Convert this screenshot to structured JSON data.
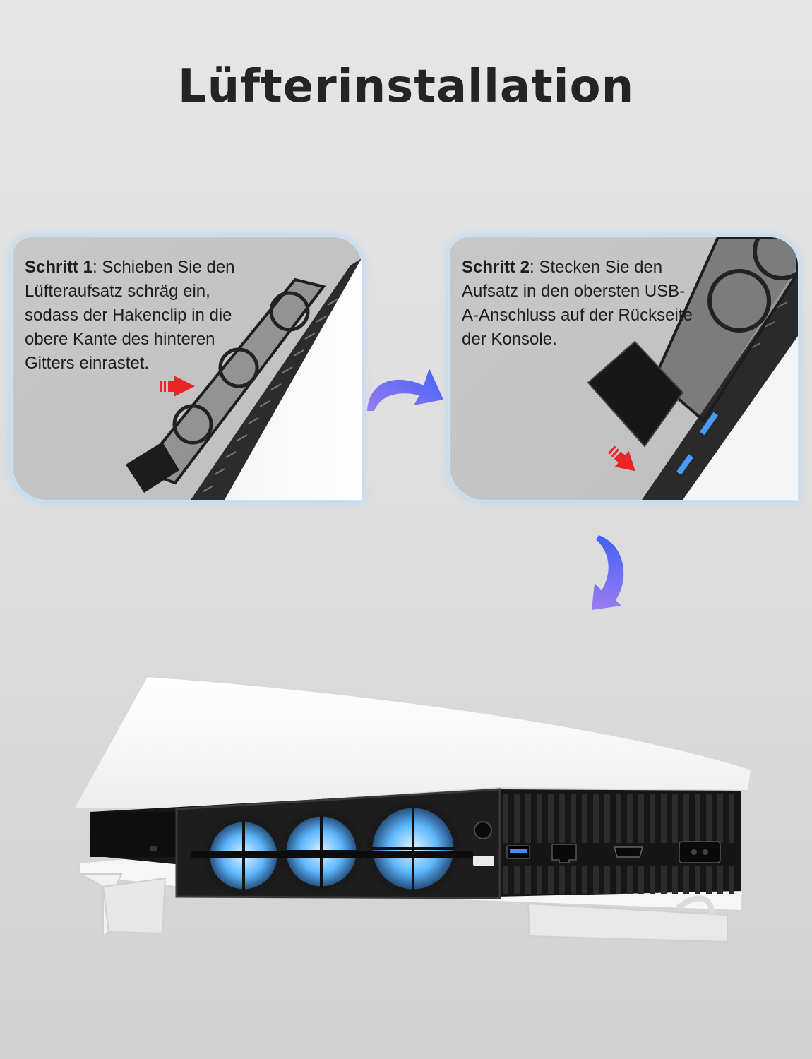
{
  "title": "Lüfterinstallation",
  "steps": [
    {
      "label": "Schritt 1",
      "text": ": Schieben Sie den Lüfteraufsatz schräg ein, sodass der Hakenclip in die obere Kante des hinteren Gitters einrastet."
    },
    {
      "label": "Schritt 2",
      "text": ": Stecken Sie den Aufsatz in den obersten USB-A-Anschluss auf der Rückseite der Konsole."
    }
  ],
  "colors": {
    "accent_arrow_start": "#9b7bf2",
    "accent_arrow_end": "#3f63f5",
    "indicator_arrow": "#e8262a",
    "fan_glow": "#5fb8ff",
    "card_glow": "#aad7ff"
  }
}
